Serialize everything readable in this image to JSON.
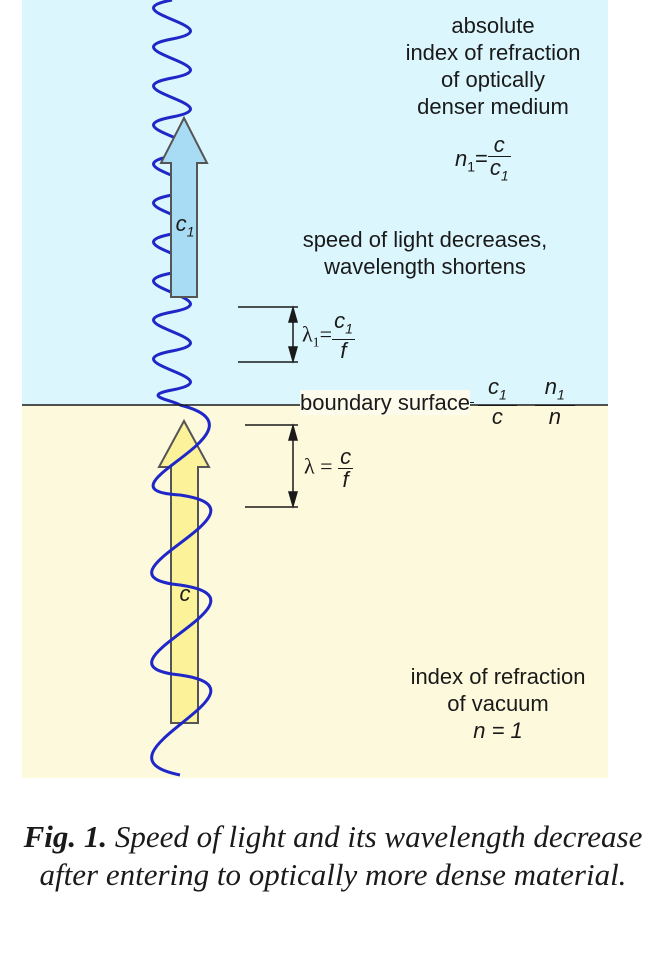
{
  "colors": {
    "upper_medium": "#dbf6fc",
    "lower_medium": "#fdf9dc",
    "wave": "#1f27c8",
    "arrow_upper_fill": "#a8dcf4",
    "arrow_lower_fill": "#fbf29a",
    "arrow_outline": "#555555"
  },
  "upper": {
    "medium_lines": [
      "absolute",
      "index of refraction",
      "of optically",
      "denser medium"
    ],
    "n1_lhs": "n",
    "n1_sub": "1",
    "eq": "=",
    "n1_num": "c",
    "n1_den": "c",
    "n1_den_sub": "1",
    "arrow_label": "c",
    "arrow_label_sub": "1",
    "speed_lines": [
      "speed of light decreases,",
      "wavelength shortens"
    ],
    "lambda1_lhs": "λ",
    "lambda1_sub": "1",
    "lambda1_num": "c",
    "lambda1_num_sub": "1",
    "lambda1_den": "f"
  },
  "boundary": {
    "label": "boundary surface",
    "f1_num": "c",
    "f1_num_sub": "1",
    "f1_den": "c",
    "f2_num": "n",
    "f2_num_sub": "1",
    "f2_den": "n"
  },
  "lower": {
    "arrow_label": "c",
    "lambda_lhs": "λ",
    "lambda_eq": " = ",
    "lambda_num": "c",
    "lambda_den": "f",
    "vacuum_lines": [
      "index of refraction",
      "of vacuum"
    ],
    "n_eq": "n = 1"
  },
  "caption": {
    "label": "Fig. 1.",
    "text": "Speed of light and its wavelength decrease after entering to optically more dense material."
  }
}
